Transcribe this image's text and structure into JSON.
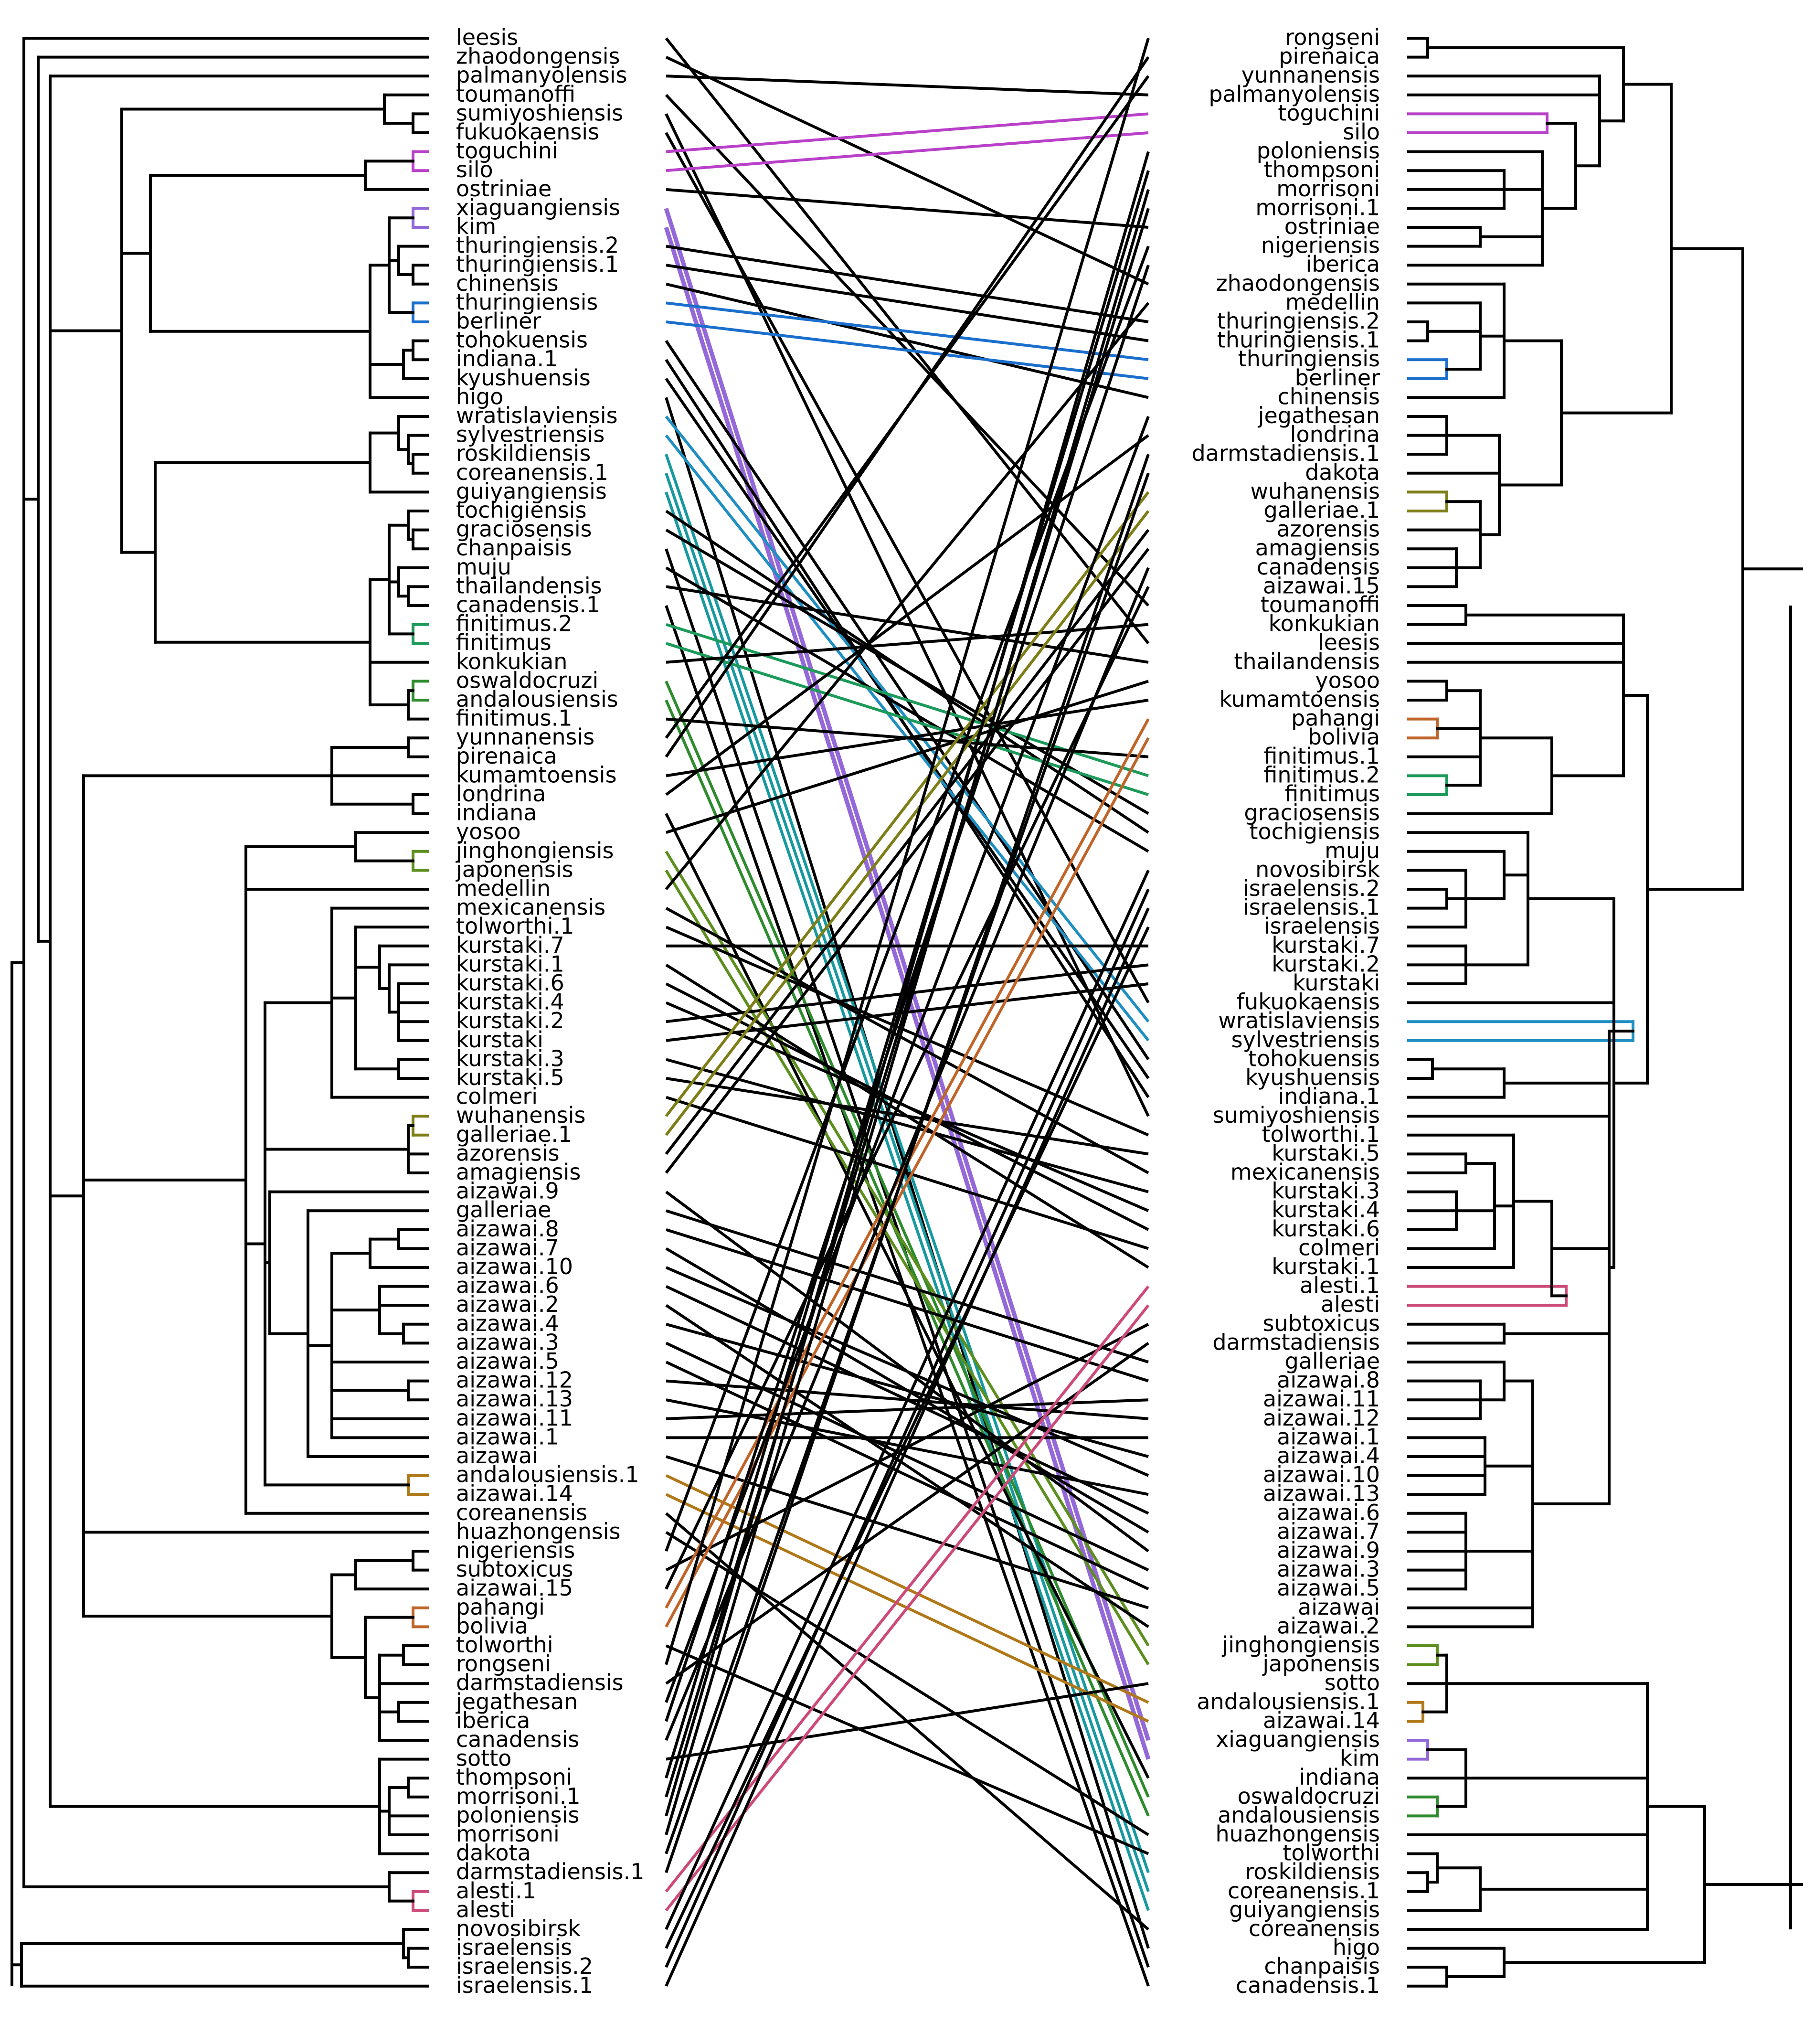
{
  "left_labels": [
    "leesis",
    "zhaodongensis",
    "palmanyolensis",
    "toumanoffi",
    "sumiyoshiensis",
    "fukuokaensis",
    "toguchini",
    "silo",
    "ostriniae",
    "xiaguangiensis",
    "kim",
    "thuringiensis.2",
    "thuringiensis.1",
    "chinensis",
    "thuringiensis",
    "berliner",
    "tohokuensis",
    "indiana.1",
    "kyushuensis",
    "higo",
    "wratislaviensis",
    "sylvestriensis",
    "roskildiensis",
    "coreanensis.1",
    "guiyangiensis",
    "tochigiensis",
    "graciosensis",
    "chanpaisis",
    "muju",
    "thailandensis",
    "canadensis.1",
    "finitimus.2",
    "finitimus",
    "konkukian",
    "oswaldocruzi",
    "andalousiensis",
    "finitimus.1",
    "yunnanensis",
    "pirenaica",
    "kumamtoensis",
    "londrina",
    "indiana",
    "yosoo",
    "jinghongiensis",
    "japonensis",
    "medellin",
    "mexicanensis",
    "tolworthi.1",
    "kurstaki.7",
    "kurstaki.1",
    "kurstaki.6",
    "kurstaki.4",
    "kurstaki.2",
    "kurstaki",
    "kurstaki.3",
    "kurstaki.5",
    "colmeri",
    "wuhanensis",
    "galleriae.1",
    "azorensis",
    "amagiensis",
    "aizawai.9",
    "galleriae",
    "aizawai.8",
    "aizawai.7",
    "aizawai.10",
    "aizawai.6",
    "aizawai.2",
    "aizawai.4",
    "aizawai.3",
    "aizawai.5",
    "aizawai.12",
    "aizawai.13",
    "aizawai.11",
    "aizawai.1",
    "aizawai",
    "andalousiensis.1",
    "aizawai.14",
    "coreanensis",
    "huazhongensis",
    "nigeriensis",
    "subtoxicus",
    "aizawai.15",
    "pahangi",
    "bolivia",
    "tolworthi",
    "rongseni",
    "darmstadiensis",
    "jegathesan",
    "iberica",
    "canadensis",
    "sotto",
    "thompsoni",
    "morrisoni.1",
    "poloniensis",
    "morrisoni",
    "dakota",
    "darmstadiensis.1",
    "alesti.1",
    "alesti",
    "novosibirsk",
    "israelensis",
    "israelensis.2",
    "israelensis.1"
  ],
  "right_labels": [
    "rongseni",
    "pirenaica",
    "yunnanensis",
    "palmanyolensis",
    "toguchini",
    "silo",
    "poloniensis",
    "thompsoni",
    "morrisoni",
    "morrisoni.1",
    "ostriniae",
    "nigeriensis",
    "iberica",
    "zhaodongensis",
    "medellin",
    "thuringiensis.2",
    "thuringiensis.1",
    "thuringiensis",
    "berliner",
    "chinensis",
    "jegathesan",
    "londrina",
    "darmstadiensis.1",
    "dakota",
    "wuhanensis",
    "galleriae.1",
    "azorensis",
    "amagiensis",
    "canadensis",
    "aizawai.15",
    "toumanoffi",
    "konkukian",
    "leesis",
    "thailandensis",
    "yosoo",
    "kumamtoensis",
    "pahangi",
    "bolivia",
    "finitimus.1",
    "finitimus.2",
    "finitimus",
    "graciosensis",
    "tochigiensis",
    "muju",
    "novosibirsk",
    "israelensis.2",
    "israelensis.1",
    "israelensis",
    "kurstaki.7",
    "kurstaki.2",
    "kurstaki",
    "fukuokaensis",
    "wratislaviensis",
    "sylvestriensis",
    "tohokuensis",
    "kyushuensis",
    "indiana.1",
    "sumiyoshiensis",
    "tolworthi.1",
    "kurstaki.5",
    "mexicanensis",
    "kurstaki.3",
    "kurstaki.4",
    "kurstaki.6",
    "colmeri",
    "kurstaki.1",
    "alesti.1",
    "alesti",
    "subtoxicus",
    "darmstadiensis",
    "galleriae",
    "aizawai.8",
    "aizawai.11",
    "aizawai.12",
    "aizawai.1",
    "aizawai.4",
    "aizawai.10",
    "aizawai.13",
    "aizawai.6",
    "aizawai.7",
    "aizawai.9",
    "aizawai.3",
    "aizawai.5",
    "aizawai",
    "aizawai.2",
    "jinghongiensis",
    "japonensis",
    "sotto",
    "andalousiensis.1",
    "aizawai.14",
    "xiaguangiensis",
    "kim",
    "indiana",
    "oswaldocruzi",
    "andalousiensis",
    "huazhongensis",
    "tolworthi",
    "roskildiensis",
    "coreanensis.1",
    "guiyangiensis",
    "coreanensis",
    "higo",
    "chanpaisis",
    "canadensis.1"
  ],
  "colors": {
    "default": "#000000",
    "magenta": "#b940c8",
    "purple": "#9468d8",
    "blue": "#1a6fcc",
    "teal": "#17999f",
    "green": "#1c9a5a",
    "darkgreen": "#2e8b2e",
    "olive": "#7e7e18",
    "lightolive": "#5c8f1e",
    "brown": "#b07818",
    "orange": "#c0652a",
    "pink": "#cc4a7a",
    "skyblue": "#1f8fc2"
  }
}
